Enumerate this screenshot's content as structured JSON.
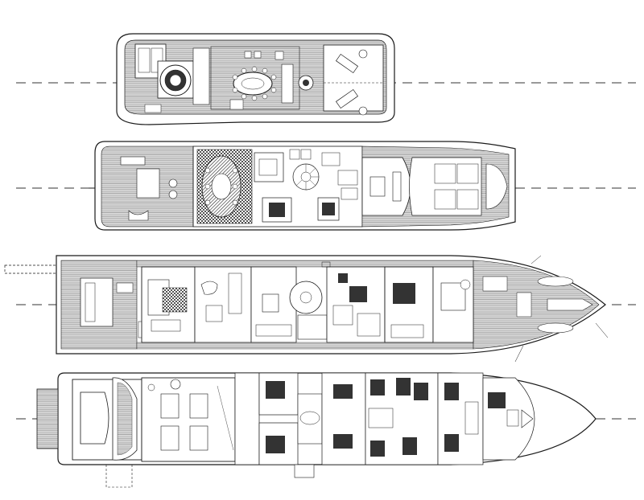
{
  "diagram": {
    "kind": "yacht general arrangement",
    "decks": [
      {
        "key": "sun",
        "rooms": [
          {
            "id": "sun-lounge",
            "label": ""
          },
          {
            "id": "jacuzzi",
            "label": ""
          },
          {
            "id": "dining-table",
            "label": ""
          },
          {
            "id": "helipad",
            "label": ""
          }
        ]
      },
      {
        "key": "bridge",
        "rooms": [
          {
            "id": "aft-lounge",
            "label": ""
          },
          {
            "id": "sky-lounge",
            "label": ""
          },
          {
            "id": "owner-stairs",
            "label": ""
          },
          {
            "id": "wheelhouse",
            "label": ""
          },
          {
            "id": "foredeck-lounge",
            "label": ""
          }
        ]
      },
      {
        "key": "main",
        "rooms": [
          {
            "id": "aft-deck",
            "label": ""
          },
          {
            "id": "main-salon",
            "label": ""
          },
          {
            "id": "dining",
            "label": ""
          },
          {
            "id": "galley",
            "label": ""
          },
          {
            "id": "owner-suite",
            "label": ""
          },
          {
            "id": "foredeck",
            "label": ""
          }
        ]
      },
      {
        "key": "lower",
        "rooms": [
          {
            "id": "tender-garage",
            "label": ""
          },
          {
            "id": "engine-room",
            "label": ""
          },
          {
            "id": "guest-cabin-1",
            "label": ""
          },
          {
            "id": "guest-cabin-2",
            "label": ""
          },
          {
            "id": "crew-quarters",
            "label": ""
          },
          {
            "id": "forepeak",
            "label": ""
          }
        ]
      }
    ]
  },
  "colors": {
    "ink": "#1a1a1a",
    "deck_hatch": "#8c8c8c",
    "dark_fill": "#2b2b2b",
    "paper": "#ffffff"
  }
}
